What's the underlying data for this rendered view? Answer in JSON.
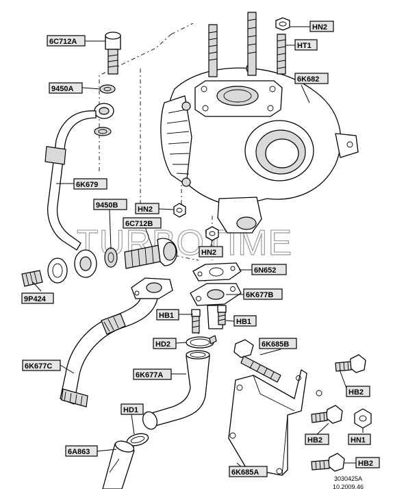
{
  "watermark": "TURBOTIME",
  "reference": {
    "drawing_number": "3030425A",
    "date": "10.2009.46"
  },
  "callouts": {
    "c6C712A_top": "6C712A",
    "c9450A": "9450A",
    "c6K679": "6K679",
    "c9450B": "9450B",
    "c6C712B": "6C712B",
    "c9P424": "9P424",
    "cHN2_top": "HN2",
    "cHT1": "HT1",
    "c6K682": "6K682",
    "cHN2_left": "HN2",
    "cHN2_mid": "HN2",
    "c6N652": "6N652",
    "c6K677B": "6K677B",
    "cHB1_left": "HB1",
    "cHB1_right": "HB1",
    "cHD2": "HD2",
    "c6K685B": "6K685B",
    "c6K677C": "6K677C",
    "c6K677A": "6K677A",
    "cHB2_top": "HB2",
    "cHD1": "HD1",
    "cHB2_mid": "HB2",
    "cHN1": "HN1",
    "c6A863": "6A863",
    "cHB2_bottom": "HB2",
    "c6K685A": "6K685A"
  }
}
